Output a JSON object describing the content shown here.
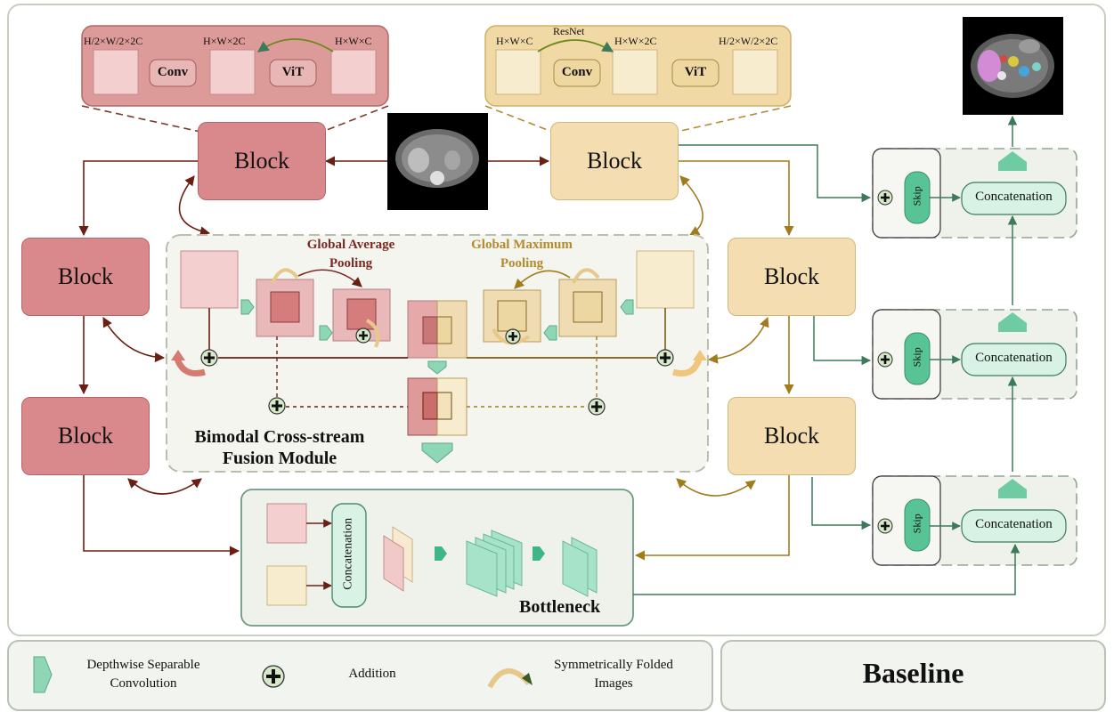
{
  "encoder_red": {
    "labels": {
      "out": "H/2×W/2×2C",
      "mid": "H×W×2C",
      "in": "H×W×C"
    },
    "conv_label": "Conv",
    "vit_label": "ViT"
  },
  "encoder_yellow": {
    "labels": {
      "in": "H×W×C",
      "mid": "H×W×2C",
      "out": "H/2×W/2×2C"
    },
    "resnet_label": "ResNet",
    "conv_label": "Conv",
    "vit_label": "ViT"
  },
  "blocks": {
    "red_top": "Block",
    "red_mid": "Block",
    "red_bottom": "Block",
    "yellow_top": "Block",
    "yellow_mid": "Block",
    "yellow_bottom": "Block"
  },
  "fusion": {
    "title_line1": "Bimodal Cross-stream",
    "title_line2": "Fusion Module",
    "gap_line1": "Global Average",
    "gap_line2": "Pooling",
    "gmp_line1": "Global Maximum",
    "gmp_line2": "Pooling"
  },
  "bottleneck": {
    "title": "Bottleneck",
    "concat_label": "Concatenation"
  },
  "decoder": {
    "skip_label": "Skip",
    "concat_label": "Concatenation"
  },
  "legend": {
    "dsc_line1": "Depthwise Separable",
    "dsc_line2": "Convolution",
    "addition": "Addition",
    "sfi_line1": "Symmetrically Folded",
    "sfi_line2": "Images"
  },
  "baseline": "Baseline",
  "colors": {
    "red_block": "#d9898b",
    "yellow_block": "#f4deb1",
    "red_arrow": "#6b1f14",
    "yellow_arrow": "#a07c1c",
    "green_arrow": "#3c7a5a",
    "mint": "#8fd6b4",
    "gap_text": "#7a2a22",
    "gmp_text": "#b48a2c"
  }
}
